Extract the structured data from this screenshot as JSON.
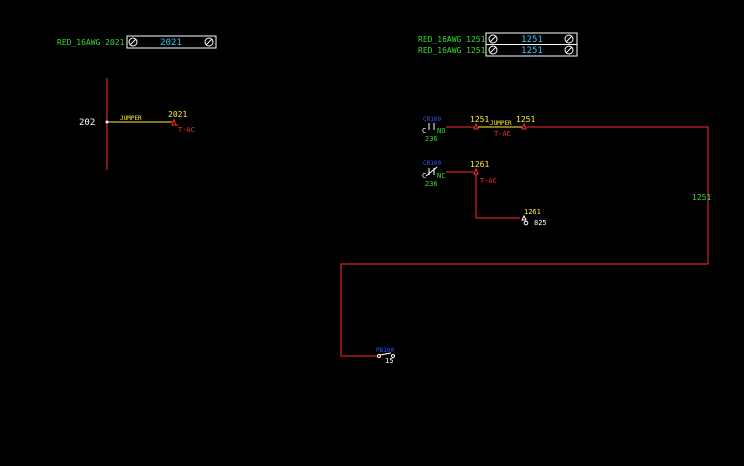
{
  "colors": {
    "background": "#000000",
    "wire": "#ff2a2a",
    "label_green": "#33dd33",
    "label_cyan": "#33ccee",
    "label_white": "#ffffff",
    "label_yellow": "#ffee33",
    "device_blue": "#3355ff"
  },
  "tables": [
    {
      "tag": "RED_16AWG 2021",
      "number": "2021"
    },
    {
      "tag": "RED_16AWG 1251",
      "number": "1251"
    },
    {
      "tag": "RED_16AWG 1251",
      "number": "1251"
    }
  ],
  "left_circuit": {
    "node": "202",
    "jumper": "JUMPER",
    "wire_no": "2021",
    "terminal": "T-AC"
  },
  "contact_1": {
    "device_tag": "CR100",
    "common": "C",
    "type": "NO",
    "ref": "236",
    "wire_no_a": "1251",
    "jumper": "JUMPER",
    "wire_no_b": "1251",
    "terminal": "T-AC"
  },
  "contact_2": {
    "device_tag": "CR100",
    "common": "C",
    "type": "NC",
    "ref": "236",
    "wire_no": "1261",
    "terminal": "T-AC",
    "out_wire_no": "1261",
    "out_terminal": "825"
  },
  "right_wire_no": "1251",
  "bottom_device": {
    "tag": "PB100",
    "pin": "15"
  }
}
